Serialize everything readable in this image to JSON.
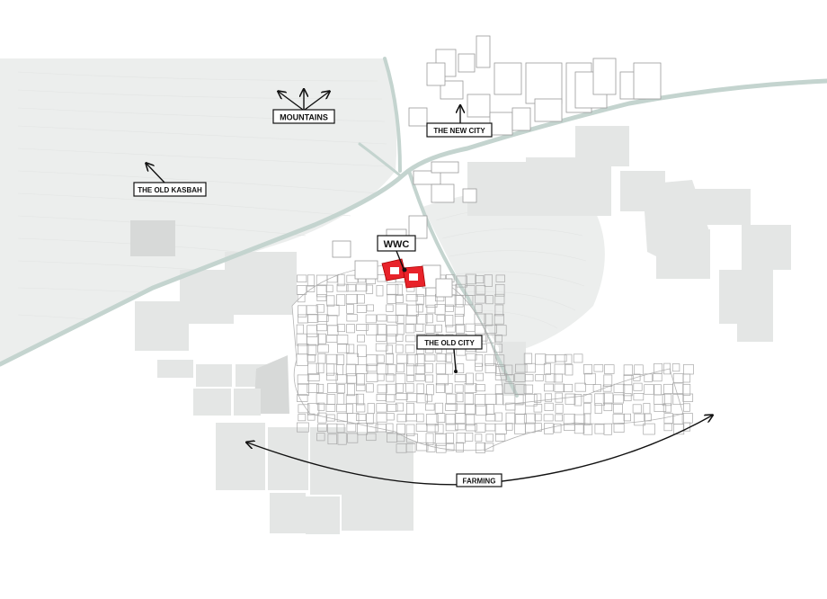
{
  "map": {
    "colors": {
      "background": "#ffffff",
      "terrain": "#eceeed",
      "field": "#e4e6e5",
      "road": "#c4d4cf",
      "building_stroke": "#9a9a9a",
      "highlight": "#e8232a"
    },
    "labels": {
      "mountains": "MOUNTAINS",
      "new_city": "THE NEW CITY",
      "old_kasbah": "THE OLD KASBAH",
      "wwc": "WWC",
      "old_city": "THE OLD CITY",
      "farming": "FARMING"
    }
  }
}
